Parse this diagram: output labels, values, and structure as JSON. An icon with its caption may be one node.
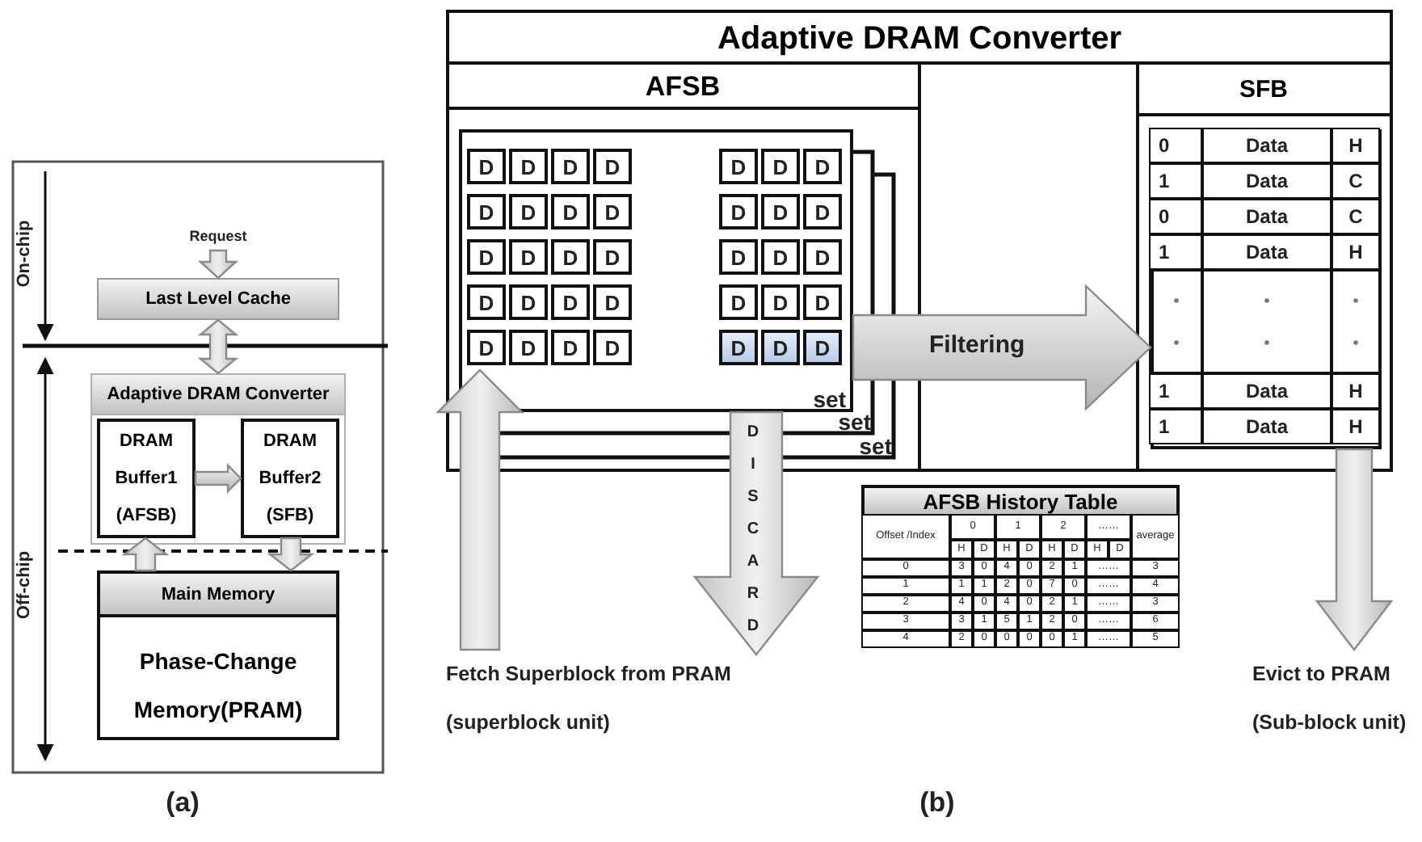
{
  "diagram": {
    "nodes": [
      {
        "text": [
          "Request"
        ]
      },
      {
        "text": [
          "Last Level Cache"
        ]
      },
      {
        "text": [
          "Adaptive DRAM Converter"
        ]
      },
      {
        "text": [
          "DRAM Buffer1 (AFSB)"
        ],
        "in": 2
      },
      {
        "text": [
          "DRAM Buffer2 (SFB)"
        ],
        "in": 2
      },
      {
        "text": [
          "Main Memory",
          "Phase-Change Memory(PRAM)"
        ]
      },
      {
        "text": [
          "Adaptive DRAM Converter"
        ]
      },
      {
        "text": [
          "AFSB"
        ],
        "in": 6
      },
      {
        "text": [
          "SFB"
        ],
        "in": 6
      },
      {
        "text": [
          "set"
        ],
        "in": 7
      },
      {
        "text": [],
        "shape": "box",
        "in": 8
      },
      {
        "text": [
          "AFSB History Table"
        ]
      },
      {
        "text": [
          "Fetch Superblock from PRAM (superblock unit)"
        ]
      },
      {
        "text": [
          "Evict to PRAM (Sub-block unit)"
        ]
      }
    ],
    "edges": [
      {
        "from": 0,
        "to": 1,
        "arrow": "to"
      },
      {
        "from": 1,
        "to": 2,
        "arrow": "both"
      },
      {
        "from": 3,
        "to": 4,
        "arrow": "to"
      },
      {
        "from": 5,
        "to": 3,
        "arrow": "to"
      },
      {
        "from": 4,
        "to": 5,
        "arrow": "to"
      },
      {
        "from": 9,
        "to": 10,
        "arrow": "to",
        "label": "Filtering"
      },
      {
        "from": 9,
        "to": null,
        "arrow": "to",
        "label": "DISCARD"
      },
      {
        "from": 12,
        "to": 9,
        "arrow": "to"
      },
      {
        "from": 10,
        "to": 13,
        "arrow": "to"
      }
    ],
    "labels": [
      "On-chip",
      "Off-chip",
      "(a)",
      "D",
      "D",
      "D",
      "D",
      "D",
      "D",
      "D",
      "D",
      "D",
      "D",
      "D",
      "D",
      "D",
      "D",
      "D",
      "D",
      "D",
      "D",
      "D",
      "D",
      "D",
      "D",
      "D",
      "D",
      "D",
      "D",
      "D",
      "D",
      "D",
      "D",
      "D",
      "D",
      "D",
      "D",
      "D",
      "set",
      "set",
      "0",
      "Data",
      "H",
      "1",
      "Data",
      "C",
      "0",
      "Data",
      "C",
      "1",
      "Data",
      "H",
      "1",
      "Data",
      "H",
      "1",
      "Data",
      "H",
      "Offset /Index",
      "0",
      "1",
      "2",
      "……",
      "average",
      "H",
      "D",
      "H",
      "D",
      "H",
      "D",
      "H",
      "D",
      "0",
      "3",
      "0",
      "4",
      "0",
      "2",
      "1",
      "……",
      "3",
      "1",
      "1",
      "1",
      "2",
      "0",
      "7",
      "0",
      "……",
      "4",
      "2",
      "4",
      "0",
      "4",
      "0",
      "2",
      "1",
      "……",
      "3",
      "3",
      "3",
      "1",
      "5",
      "1",
      "2",
      "0",
      "……",
      "6",
      "4",
      "2",
      "0",
      "0",
      "0",
      "0",
      "1",
      "……",
      "5",
      "(b)"
    ]
  }
}
